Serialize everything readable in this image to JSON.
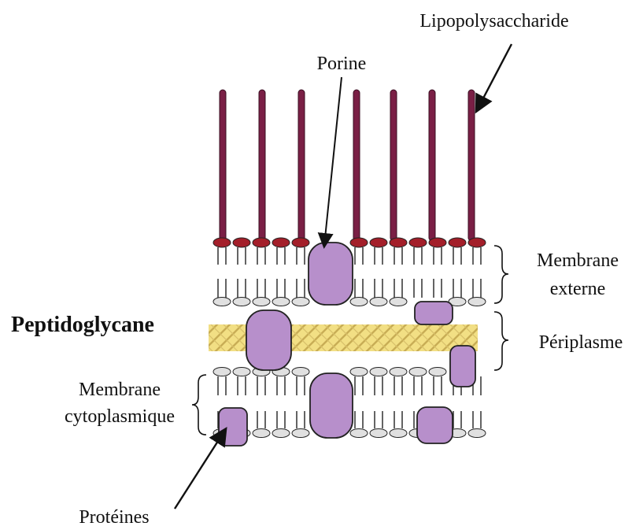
{
  "labels": {
    "lipopolysaccharide": "Lipopolysaccharide",
    "porine": "Porine",
    "membrane_externe_line1": "Membrane",
    "membrane_externe_line2": "externe",
    "peptidoglycane": "Peptidoglycane",
    "periplasme": "Périplasme",
    "membrane_cyto_line1": "Membrane",
    "membrane_cyto_line2": "cytoplasmique",
    "proteines": "Protéines"
  },
  "colors": {
    "lps": "#7a1f45",
    "lps_head": "#a31f2a",
    "protein_fill": "#b78fcb",
    "protein_stroke": "#222222",
    "peptidoglycan_fill": "#f2df84",
    "peptidoglycan_hatch": "#c8ad55",
    "phospholipid_head": "#e0e0e0",
    "ink": "#111111"
  }
}
